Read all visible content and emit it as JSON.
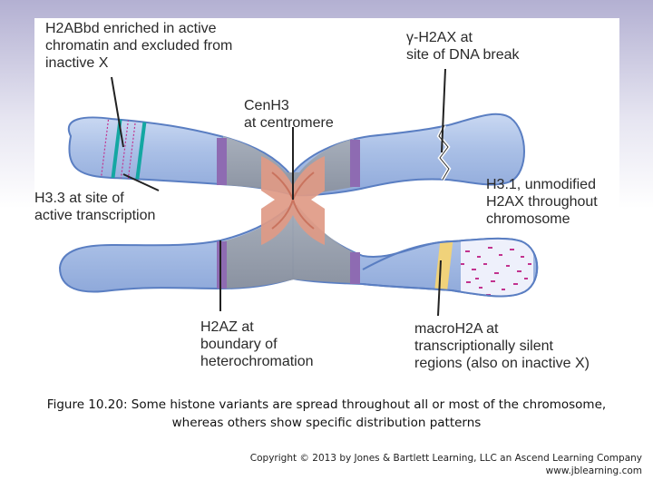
{
  "labels": {
    "h2abbd": "H2ABbd enriched in active\nchromatin and excluded from\ninactive X",
    "gamma_h2ax": "γ-H2AX at\nsite of DNA break",
    "cenh3": "CenH3\nat centromere",
    "h3_3": "H3.3 at site of\nactive transcription",
    "h3_1": "H3.1, unmodified\nH2AX throughout\nchromosome",
    "h2az": "H2AZ at\nboundary of\nheterochromation",
    "macroh2a": "macroH2A at\ntranscriptionally silent\nregions (also on inactive X)"
  },
  "caption": "Figure 10.20: Some histone variants are spread throughout all or most of the chromosome, whereas others show specific distribution patterns",
  "copyright": {
    "line1": "Copyright © 2013 by Jones & Bartlett Learning, LLC an Ascend Learning Company",
    "line2": "www.jblearning.com"
  },
  "colors": {
    "chromatid": "#a9bfe6",
    "chromatid_outline": "#5a7ec2",
    "centromere": "#e09a86",
    "h2az_band": "#8e6bb2",
    "h3_3_band": "#14a7a2",
    "macroh2a_band": "#f0d27a",
    "macroh2a_dots": "#c2338f"
  }
}
